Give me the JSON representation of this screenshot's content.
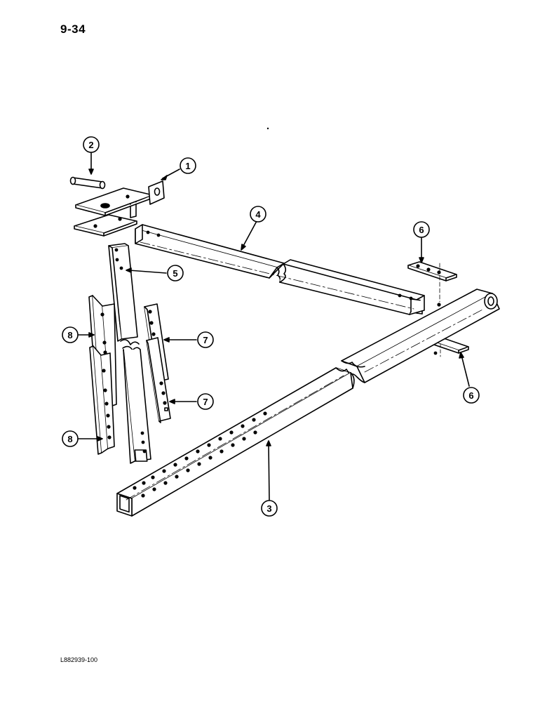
{
  "page": {
    "page_number": "9-34",
    "figure_code": "L882939-100"
  },
  "callouts": [
    {
      "id": "callout-1a",
      "label": "1"
    },
    {
      "id": "callout-2a",
      "label": "2"
    },
    {
      "id": "callout-3a",
      "label": "3"
    },
    {
      "id": "callout-4a",
      "label": "4"
    },
    {
      "id": "callout-5a",
      "label": "5"
    },
    {
      "id": "callout-6a",
      "label": "6"
    },
    {
      "id": "callout-6b",
      "label": "6"
    },
    {
      "id": "callout-7a",
      "label": "7"
    },
    {
      "id": "callout-7b",
      "label": "7"
    },
    {
      "id": "callout-8a",
      "label": "8"
    },
    {
      "id": "callout-8b",
      "label": "8"
    }
  ],
  "colors": {
    "line": "#000000",
    "fill": "#ffffff",
    "shade": "#d9d9d9"
  }
}
